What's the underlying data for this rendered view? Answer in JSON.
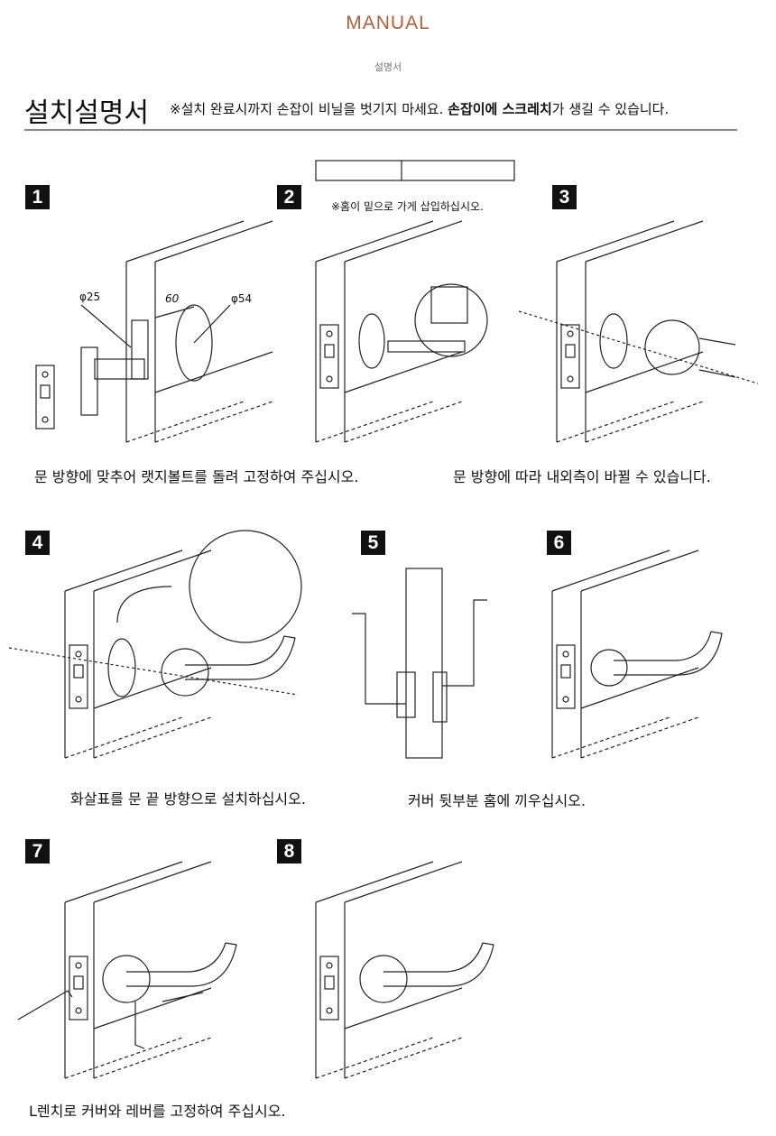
{
  "header": {
    "brand": "MANUAL",
    "subtitle": "설명서"
  },
  "title": "설치설명서",
  "notice": {
    "part1": "※설치 완료시까지 손잡이 비닐을 벗기지 마세요. ",
    "bold": "손잡이에 스크레치",
    "part2": "가 생길 수 있습니다."
  },
  "steps": [
    {
      "number": "1",
      "caption": "문 방향에 맞추어 랫지볼트를 돌려 고정하여 주십시오.",
      "labels": {
        "d25": "φ25",
        "d60": "60",
        "d54": "φ54"
      }
    },
    {
      "number": "2",
      "note": "※홈이 밑으로 가게 삽입하십시오."
    },
    {
      "number": "3",
      "caption": "문 방향에 따라 내외측이 바뀔 수 있습니다."
    },
    {
      "number": "4",
      "caption": "화살표를 문 끝 방향으로 설치하십시오."
    },
    {
      "number": "5",
      "caption": "커버 뒷부분 홈에 끼우십시오."
    },
    {
      "number": "6"
    },
    {
      "number": "7",
      "caption": "L렌치로 커버와 레버를 고정하여 주십시오."
    },
    {
      "number": "8"
    }
  ]
}
